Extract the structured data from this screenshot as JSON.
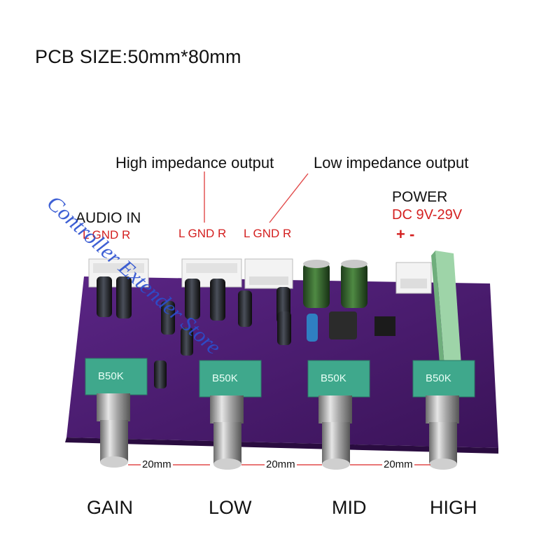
{
  "pcb_size_label": "PCB SIZE:50mm*80mm",
  "outputs": {
    "high_impedance": "High impedance output",
    "low_impedance": "Low impedance output"
  },
  "audio_in": {
    "label": "AUDIO IN",
    "pins": "L GND R"
  },
  "high_output_pins": "L GND R",
  "low_output_pins": "L GND R",
  "power": {
    "label": "POWER",
    "spec": "DC 9V-29V",
    "polarity": "+ -"
  },
  "pot_marking": "B50K",
  "spacing": [
    "20mm",
    "20mm",
    "20mm"
  ],
  "knobs": [
    "GAIN",
    "LOW",
    "MID",
    "HIGH"
  ],
  "watermark": "Controller Extender Store",
  "colors": {
    "pcb": "#4a1d6e",
    "pin_labels": "#d42020",
    "watermark": "#2a4fd0",
    "pot_body": "#3fa88c",
    "capacitor_green": "#2f5e2a"
  }
}
